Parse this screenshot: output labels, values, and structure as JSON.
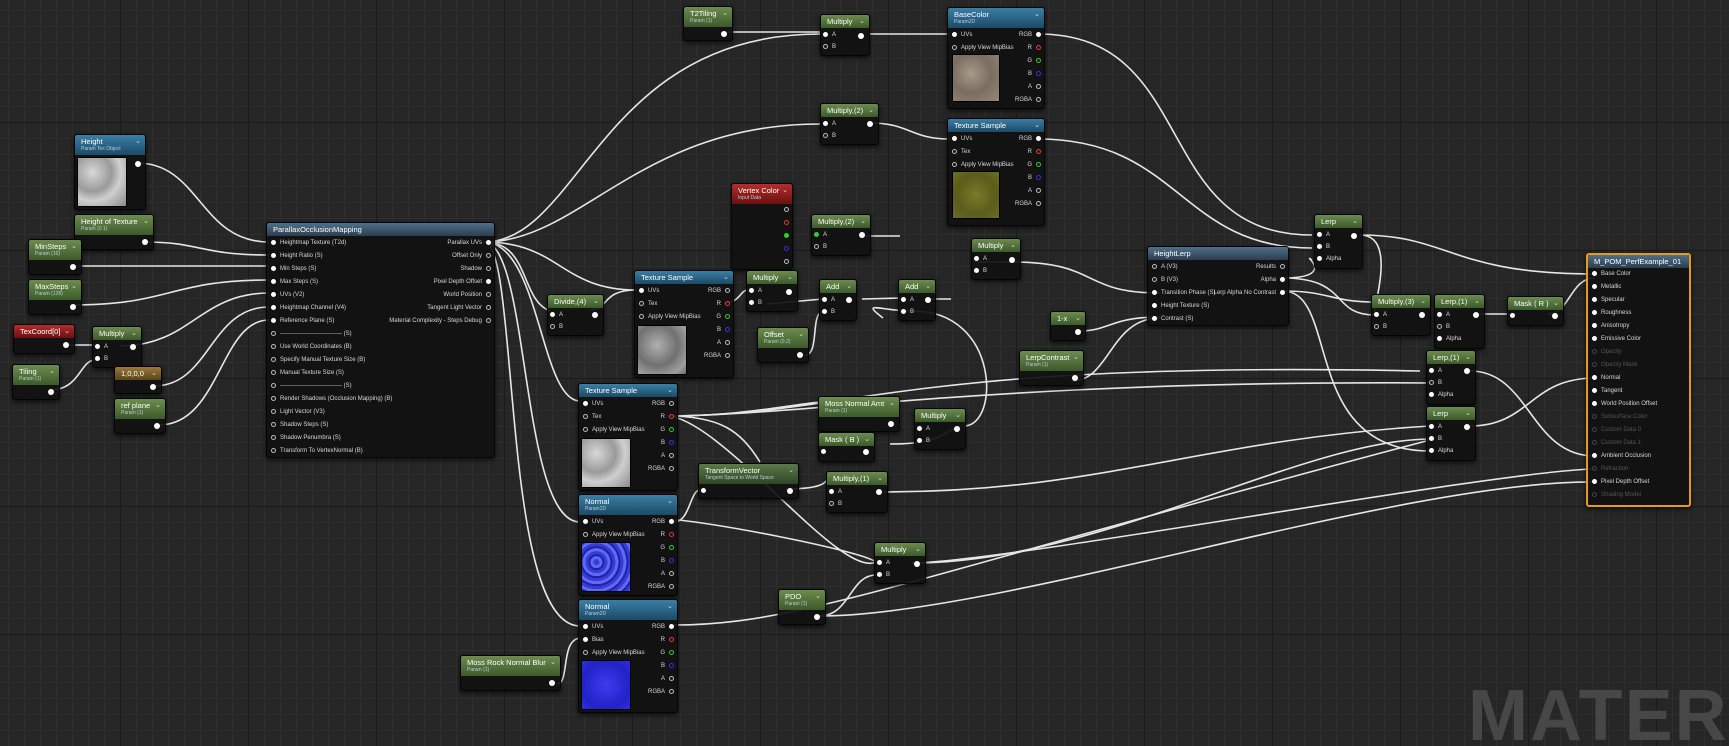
{
  "watermark": "MATERIAL",
  "nodes": {
    "t2tiling": {
      "title": "T2Tiling",
      "sub": "Param (1)"
    },
    "multiply_top": {
      "title": "Multiply",
      "pins": [
        "A",
        "B"
      ]
    },
    "multiply2_top": {
      "title": "Multiply,(2)",
      "pins": [
        "A",
        "B"
      ]
    },
    "basecolor": {
      "title": "BaseColor",
      "sub": "Param2D",
      "inputs": [
        "UVs",
        "Apply View MipBias"
      ],
      "outputs": [
        "RGB",
        "R",
        "G",
        "B",
        "A",
        "RGBA"
      ]
    },
    "texsample_top": {
      "title": "Texture Sample",
      "inputs": [
        "UVs",
        "Tex",
        "Apply View MipBias"
      ],
      "outputs": [
        "RGB",
        "R",
        "G",
        "B",
        "A",
        "RGBA"
      ]
    },
    "height": {
      "title": "Height",
      "sub": "Param Tex Object"
    },
    "height_of_texture": {
      "title": "Height of Texture",
      "sub": "Param (0.1)"
    },
    "minsteps": {
      "title": "MinSteps",
      "sub": "Param (16)"
    },
    "maxsteps": {
      "title": "MaxSteps",
      "sub": "Param (128)"
    },
    "texcoord": {
      "title": "TexCoord[0]"
    },
    "multiply_left": {
      "title": "Multiply",
      "pins": [
        "A",
        "B"
      ]
    },
    "tiling": {
      "title": "Tiling",
      "sub": "Param (1)"
    },
    "const4": {
      "title": "1,0,0,0"
    },
    "refplane": {
      "title": "ref plane",
      "sub": "Param (1)"
    },
    "pom": {
      "title": "ParallaxOcclusionMapping",
      "inputs": [
        "Heightmap Texture (T2d)",
        "Height Ratio (S)",
        "Min Steps (S)",
        "Max Steps (S)",
        "UVs (V2)",
        "Heightmap Channel (V4)",
        "Reference Plane (S)",
        "------------------------------- (S)",
        "Use World Coordinates (B)",
        "Specify Manual Texture Size (B)",
        "Manual Texture Size (S)",
        "------------------------------- (S)",
        "Render Shadows (Occlusion Mapping) (B)",
        "Light Vector (V3)",
        "Shadow Steps (S)",
        "Shadow Penumbra (S)",
        "Transform To VertexNormal (B)"
      ],
      "outputs": [
        "Parallax UVs",
        "Offset Only",
        "Shadow",
        "Pixel Depth Offset",
        "World Position",
        "Tangent Light Vector",
        "Material Complexity - Steps Debug"
      ]
    },
    "vertexcolor": {
      "title": "Vertex Color",
      "sub": "Input Data"
    },
    "multiply2_mid": {
      "title": "Multiply,(2)",
      "pins": [
        "A",
        "B"
      ]
    },
    "divide4": {
      "title": "Divide,(4)",
      "pins": [
        "A",
        "B"
      ]
    },
    "texsample_mid": {
      "title": "Texture Sample",
      "inputs": [
        "UVs",
        "Tex",
        "Apply View MipBias"
      ],
      "outputs": [
        "RGB",
        "R",
        "G",
        "B",
        "A",
        "RGBA"
      ]
    },
    "multiply_mid": {
      "title": "Multiply",
      "pins": [
        "A",
        "B"
      ]
    },
    "add1": {
      "title": "Add",
      "pins": [
        "A",
        "B"
      ]
    },
    "add2": {
      "title": "Add",
      "pins": [
        "A",
        "B"
      ]
    },
    "multiply_r": {
      "title": "Multiply",
      "pins": [
        "A",
        "B"
      ]
    },
    "offset": {
      "title": "Offset",
      "sub": "Param (0.2)"
    },
    "heightlerp": {
      "title": "HeightLerp",
      "inputs": [
        "A (V3)",
        "B (V3)",
        "Transition Phase (S)",
        "Height Texture (S)",
        "Contrast (S)"
      ],
      "outputs": [
        "Results",
        "Alpha",
        "Lerp Alpha No Contrast"
      ]
    },
    "one_minus": {
      "title": "1-x"
    },
    "lerpcontrast": {
      "title": "LerpContrast",
      "sub": "Param (1)"
    },
    "lerp_top": {
      "title": "Lerp",
      "pins": [
        "A",
        "B",
        "Alpha"
      ]
    },
    "multiply3": {
      "title": "Multiply,(3)",
      "pins": [
        "A",
        "B"
      ]
    },
    "lerp1a": {
      "title": "Lerp,(1)",
      "pins": [
        "A",
        "B",
        "Alpha"
      ]
    },
    "mask_r": {
      "title": "Mask ( R )"
    },
    "lerp1b": {
      "title": "Lerp,(1)",
      "pins": [
        "A",
        "B",
        "Alpha"
      ]
    },
    "lerp_bot": {
      "title": "Lerp",
      "pins": [
        "A",
        "B",
        "Alpha"
      ]
    },
    "texsample_low": {
      "title": "Texture Sample",
      "inputs": [
        "UVs",
        "Tex",
        "Apply View MipBias"
      ],
      "outputs": [
        "RGB",
        "R",
        "G",
        "B",
        "A",
        "RGBA"
      ]
    },
    "moss_amt": {
      "title": "Moss Normal Amt",
      "sub": "Param (1)"
    },
    "multiply_m": {
      "title": "Multiply",
      "pins": [
        "A",
        "B"
      ]
    },
    "mask_b": {
      "title": "Mask ( B )"
    },
    "transformvector": {
      "title": "TransformVector",
      "sub": "Tangent Space to World Space"
    },
    "multiply1": {
      "title": "Multiply,(1)",
      "pins": [
        "A",
        "B"
      ]
    },
    "normal1": {
      "title": "Normal",
      "sub": "Param2D",
      "inputs": [
        "UVs",
        "Apply View MipBias"
      ],
      "outputs": [
        "RGB",
        "R",
        "G",
        "B",
        "A",
        "RGBA"
      ]
    },
    "multiply_b": {
      "title": "Multiply",
      "pins": [
        "A",
        "B"
      ]
    },
    "pdo": {
      "title": "PDO",
      "sub": "Param (1)"
    },
    "normal2": {
      "title": "Normal",
      "sub": "Param2D",
      "inputs": [
        "UVs",
        "Bias",
        "Apply View MipBias"
      ],
      "outputs": [
        "RGB",
        "R",
        "G",
        "B",
        "A",
        "RGBA"
      ]
    },
    "mossrock": {
      "title": "Moss Rock Normal Blur",
      "sub": "Param (1)"
    },
    "result": {
      "title": "M_POM_PerfExample_01",
      "inputs": [
        "Base Color",
        "Metallic",
        "Specular",
        "Roughness",
        "Anisotropy",
        "Emissive Color",
        "Opacity",
        "Opacity Mask",
        "Normal",
        "Tangent",
        "World Position Offset",
        "Subsurface Color",
        "Custom Data 0",
        "Custom Data 1",
        "Ambient Occlusion",
        "Refraction",
        "Pixel Depth Offset",
        "Shading Model"
      ],
      "enabled": [
        true,
        true,
        true,
        true,
        true,
        true,
        false,
        false,
        true,
        true,
        true,
        false,
        false,
        false,
        true,
        false,
        true,
        false
      ]
    }
  }
}
